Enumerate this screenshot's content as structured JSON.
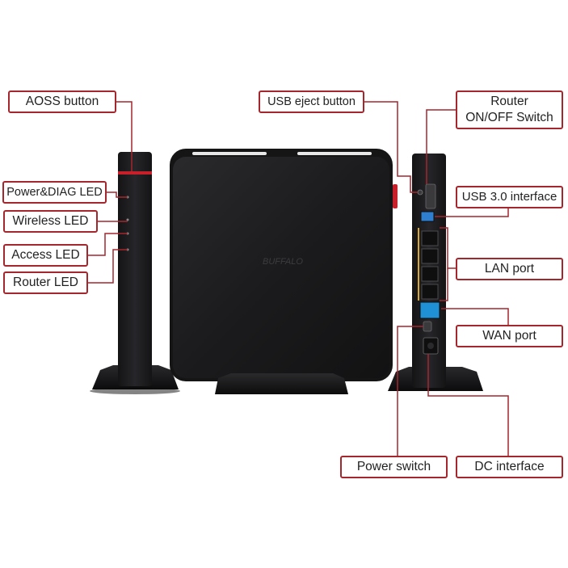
{
  "colors": {
    "accent": "#a3272d",
    "device_body": "#1d1d1f",
    "device_edge": "#2c2c2e",
    "led_strip": "#c8202a",
    "wan_port": "#1f8fd6",
    "usb_port": "#2e7fd0",
    "lan_strip": "#d8a632"
  },
  "labels": {
    "aoss_button": "AOSS button",
    "power_diag_led": "Power&DIAG LED",
    "wireless_led": "Wireless LED",
    "access_led": "Access LED",
    "router_led": "Router LED",
    "usb_eject_button": "USB eject button",
    "router_switch_line1": "Router",
    "router_switch_line2": "ON/OFF Switch",
    "usb_interface": "USB 3.0 interface",
    "lan_port": "LAN port",
    "wan_port": "WAN port",
    "power_switch": "Power switch",
    "dc_interface": "DC interface"
  }
}
